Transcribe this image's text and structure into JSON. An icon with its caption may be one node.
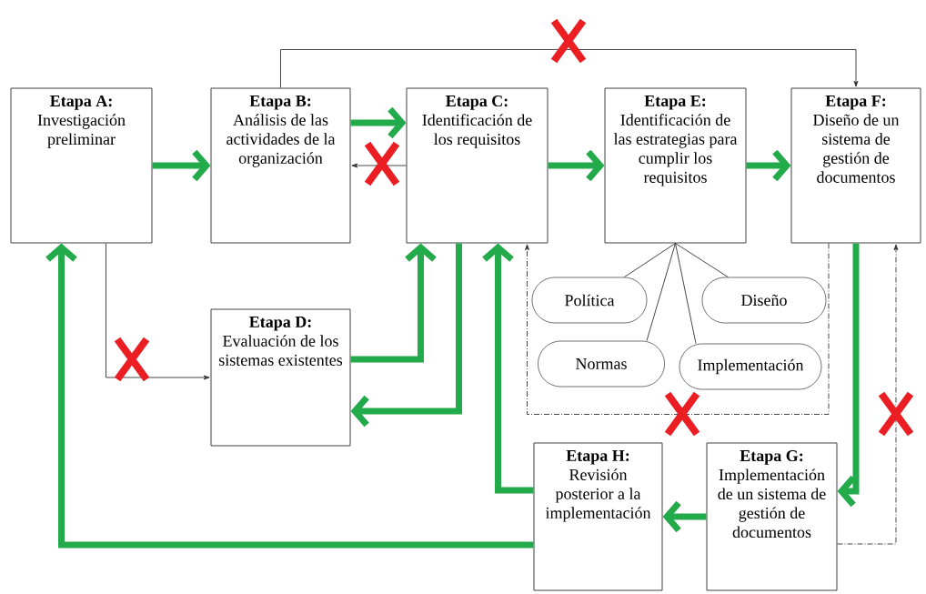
{
  "diagram": {
    "nodes": [
      {
        "text": [
          "Etapa A:",
          "Investigación preliminar"
        ]
      },
      {
        "text": [
          "Etapa B:",
          "Análisis de las actividades de la organización"
        ]
      },
      {
        "text": [
          "Etapa C:",
          "Identificación de los requisitos"
        ]
      },
      {
        "text": [
          "Etapa E:",
          "Identificación de las estrategias para cumplir los requisitos"
        ]
      },
      {
        "text": [
          "Etapa F:",
          "Diseño de un sistema de gestión de documentos"
        ]
      },
      {
        "text": [
          "Etapa D:",
          "Evaluación de los sistemas existentes"
        ]
      },
      {
        "text": [
          "Etapa H:",
          "Revisión posterior a la implementación"
        ]
      },
      {
        "text": [
          "Etapa G:",
          "Implementación de un sistema de gestión de documentos"
        ]
      },
      {
        "text": [
          "Política"
        ]
      },
      {
        "text": [
          "Diseño"
        ]
      },
      {
        "text": [
          "Normas"
        ]
      },
      {
        "text": [
          "Implementación"
        ]
      }
    ],
    "edges": [
      {
        "from": 0,
        "to": 1,
        "arrow": "to"
      },
      {
        "from": 1,
        "to": 2,
        "arrow": "to"
      },
      {
        "from": 2,
        "to": 1,
        "arrow": "to",
        "color": "#333333"
      },
      {
        "from": 2,
        "to": 3,
        "arrow": "to"
      },
      {
        "from": 3,
        "to": 4,
        "arrow": "to"
      },
      {
        "from": 1,
        "to": 4,
        "arrow": "to",
        "color": "#333333"
      },
      {
        "from": 0,
        "to": 5,
        "arrow": "to",
        "color": "#333333"
      },
      {
        "from": 5,
        "to": 2,
        "arrow": "to"
      },
      {
        "from": 2,
        "to": 5,
        "arrow": "to"
      },
      {
        "from": 6,
        "to": 2,
        "arrow": "to"
      },
      {
        "from": 6,
        "to": 0,
        "arrow": "to"
      },
      {
        "from": 4,
        "to": 7,
        "arrow": "to"
      },
      {
        "from": 7,
        "to": 6,
        "arrow": "to"
      },
      {
        "from": 4,
        "to": 2,
        "arrow": "to",
        "style": "dashed",
        "color": "#333333"
      },
      {
        "from": 7,
        "to": 4,
        "arrow": "to",
        "style": "dashed",
        "color": "#333333"
      },
      {
        "from": 3,
        "to": 8,
        "arrow": "none",
        "color": "#333333"
      },
      {
        "from": 3,
        "to": 9,
        "arrow": "none",
        "color": "#333333"
      },
      {
        "from": 3,
        "to": 10,
        "arrow": "none",
        "color": "#333333"
      },
      {
        "from": 3,
        "to": 11,
        "arrow": "none",
        "color": "#333333"
      }
    ]
  }
}
